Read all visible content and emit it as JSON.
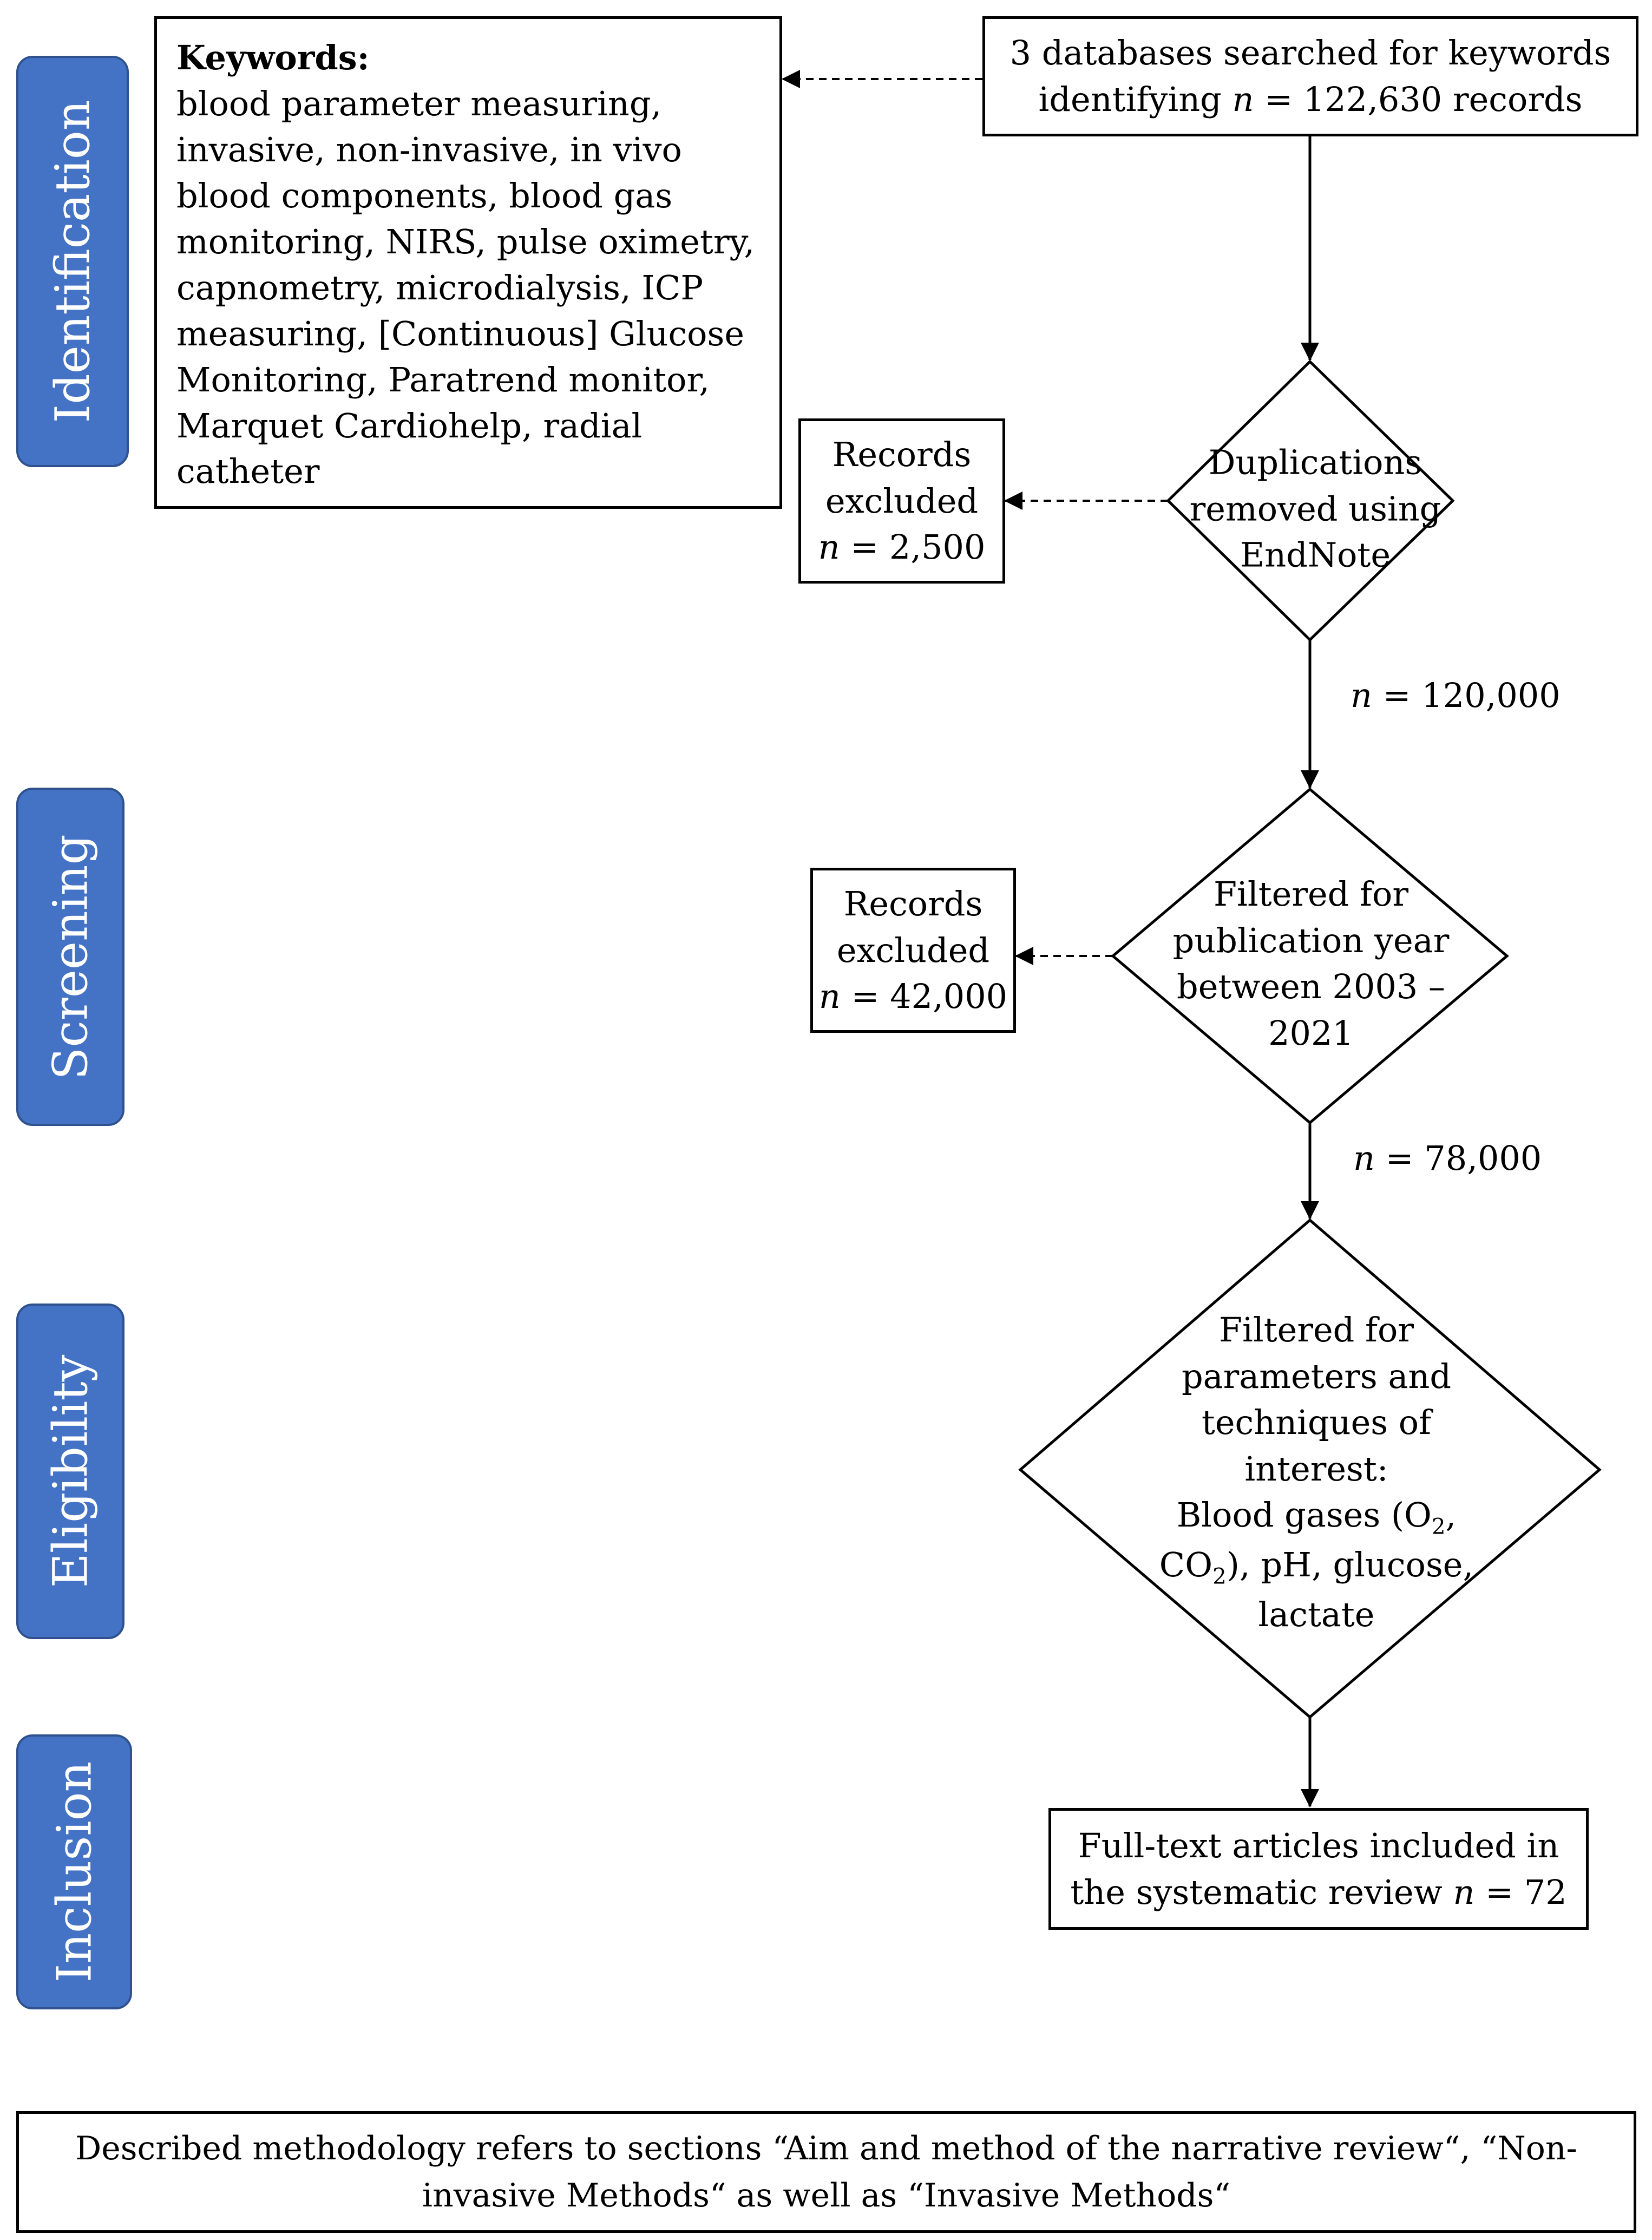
{
  "phases": {
    "identification": "Identification",
    "screening": "Screening",
    "eligibility": "Eligibility",
    "inclusion": "Inclusion"
  },
  "keywords": {
    "title": "Keywords:",
    "text": "blood parameter measuring, invasive, non-invasive, in vivo blood components, blood gas monitoring, NIRS, pulse oximetry, capnometry, microdialysis, ICP measuring, [Continuous] Glucose Monitoring, Paratrend monitor, Marquet Cardiohelp, radial catheter"
  },
  "search": {
    "line1": "3 databases searched for keywords",
    "line2_prefix": "identifying ",
    "n_var": "n",
    "line2_suffix": " = 122,630 records"
  },
  "step1": {
    "line1": "Duplications",
    "line2": "removed using",
    "line3": "EndNote"
  },
  "excluded1": {
    "line1": "Records",
    "line2": "excluded",
    "n_var": "n",
    "value": " = 2,500"
  },
  "flow1": {
    "n_var": "n",
    "value": " = 120,000"
  },
  "step2": {
    "line1": "Filtered for",
    "line2": "publication year",
    "line3": "between 2003 –",
    "line4": "2021"
  },
  "excluded2": {
    "line1": "Records",
    "line2": "excluded",
    "n_var": "n",
    "value": " = 42,000"
  },
  "flow2": {
    "n_var": "n",
    "value": " = 78,000"
  },
  "step3": {
    "line1": "Filtered for",
    "line2": "parameters and",
    "line3": "techniques of",
    "line4": "interest:",
    "line5_a": "Blood gases (O",
    "sub_a": "2",
    "line5_b": ",",
    "line6_a": "CO",
    "sub_b": "2",
    "line6_b": "), pH, glucose,",
    "line7": "lactate"
  },
  "included": {
    "line1": "Full-text articles included in",
    "line2_prefix": "the systematic review ",
    "n_var": "n",
    "value": " = 72"
  },
  "note": {
    "text": "Described methodology refers to sections “Aim and method of the narrative review“, “Non-invasive Methods“ as well as “Invasive Methods“"
  }
}
